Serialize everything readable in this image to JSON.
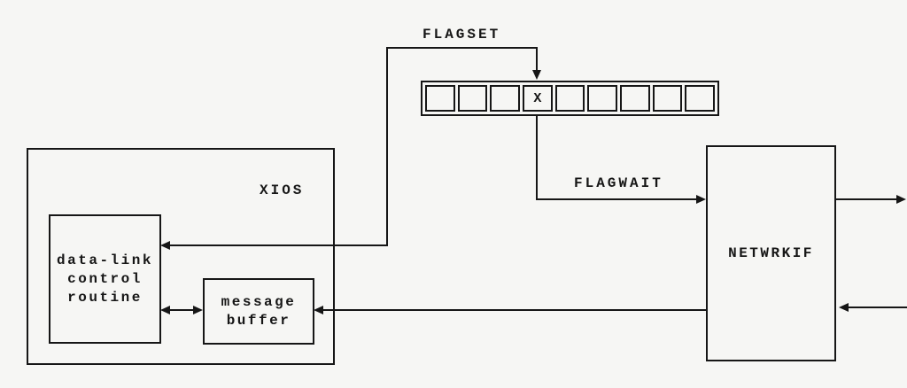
{
  "labels": {
    "flagset": "FLAGSET",
    "flagwait": "FLAGWAIT"
  },
  "boxes": {
    "xios": {
      "label": "XIOS"
    },
    "datalink": {
      "line1": "data-link",
      "line2": "control",
      "line3": "routine"
    },
    "message_buffer": {
      "line1": "message",
      "line2": "buffer"
    },
    "netwrkif": {
      "label": "NETWRKIF"
    }
  },
  "flag_array": {
    "cells": [
      "",
      "",
      "",
      "X",
      "",
      "",
      "",
      "",
      ""
    ],
    "set_cell_index": 3,
    "set_cell_value": "X"
  },
  "colors": {
    "background": "#f6f6f4",
    "ink": "#161616"
  }
}
